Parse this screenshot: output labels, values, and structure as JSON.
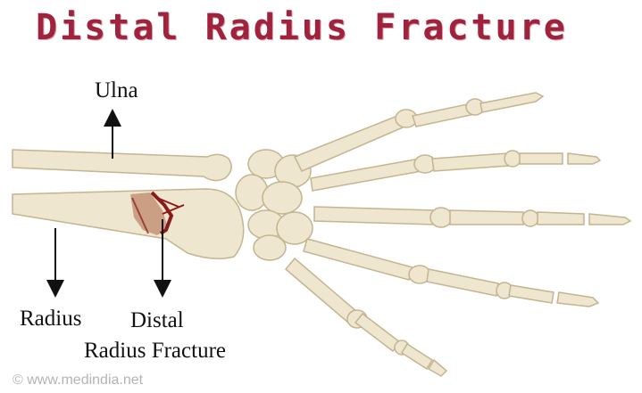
{
  "title": "Distal Radius Fracture",
  "labels": {
    "ulna": "Ulna",
    "radius": "Radius",
    "fracture_line1": "Distal",
    "fracture_line2": "Radius Fracture"
  },
  "watermark": "© www.medindia.net",
  "colors": {
    "title": "#a0223c",
    "bone_fill": "#efe6cf",
    "bone_stroke": "#c4b48f",
    "fracture": "#8b1a1a",
    "arrow": "#111111"
  }
}
